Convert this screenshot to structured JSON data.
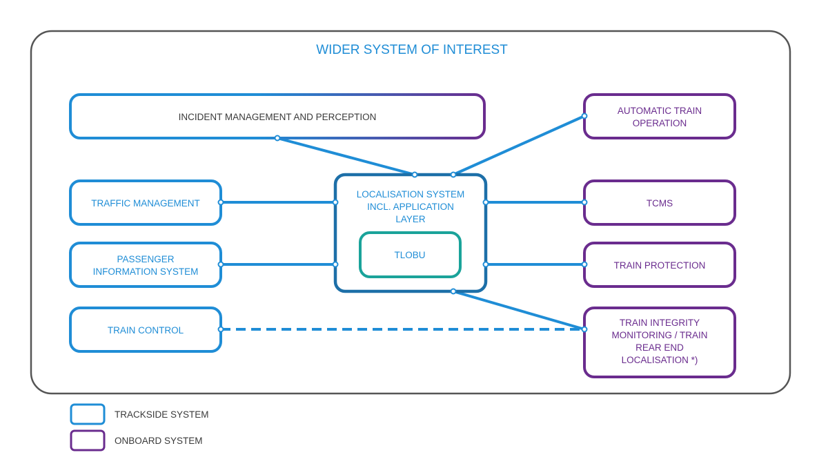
{
  "colors": {
    "trackside": "#1f8dd6",
    "onboard": "#6a2c8e",
    "localisation": "#1d6fa8",
    "tlobu": "#1aa39a",
    "outer_border": "#555555",
    "text": "#3a3a3a",
    "title_text": "#1f8dd6",
    "connector": "#1f8dd6"
  },
  "diagram": {
    "title": "WIDER SYSTEM OF INTEREST",
    "boxes": {
      "incident_management": {
        "lines": [
          "INCIDENT MANAGEMENT AND PERCEPTION"
        ],
        "style": "gradient"
      },
      "traffic_management": {
        "lines": [
          "TRAFFIC MANAGEMENT"
        ],
        "style": "trackside"
      },
      "passenger_info": {
        "lines": [
          "PASSENGER",
          "INFORMATION SYSTEM"
        ],
        "style": "trackside"
      },
      "train_control": {
        "lines": [
          "TRAIN CONTROL"
        ],
        "style": "trackside"
      },
      "localisation": {
        "lines": [
          "LOCALISATION SYSTEM",
          "INCL. APPLICATION",
          "LAYER"
        ],
        "style": "localisation"
      },
      "tlobu": {
        "lines": [
          "TLOBU"
        ],
        "style": "tlobu"
      },
      "ato": {
        "lines": [
          "AUTOMATIC TRAIN",
          "OPERATION"
        ],
        "style": "onboard"
      },
      "tcms": {
        "lines": [
          "TCMS"
        ],
        "style": "onboard"
      },
      "train_protection": {
        "lines": [
          "TRAIN PROTECTION"
        ],
        "style": "onboard"
      },
      "train_integrity": {
        "lines": [
          "TRAIN INTEGRITY",
          "MONITORING / TRAIN",
          "REAR END",
          "LOCALISATION *)"
        ],
        "style": "onboard"
      }
    },
    "connections": [
      {
        "from": "incident_management",
        "to": "localisation",
        "style": "solid"
      },
      {
        "from": "ato",
        "to": "localisation",
        "style": "solid"
      },
      {
        "from": "traffic_management",
        "to": "localisation",
        "style": "solid"
      },
      {
        "from": "passenger_info",
        "to": "localisation",
        "style": "solid"
      },
      {
        "from": "localisation",
        "to": "tcms",
        "style": "solid"
      },
      {
        "from": "localisation",
        "to": "train_protection",
        "style": "solid"
      },
      {
        "from": "localisation",
        "to": "train_integrity",
        "style": "solid"
      },
      {
        "from": "train_control",
        "to": "train_integrity",
        "style": "dashed"
      }
    ]
  },
  "legend": [
    {
      "label": "TRACKSIDE SYSTEM",
      "style": "trackside"
    },
    {
      "label": "ONBOARD SYSTEM",
      "style": "onboard"
    }
  ]
}
